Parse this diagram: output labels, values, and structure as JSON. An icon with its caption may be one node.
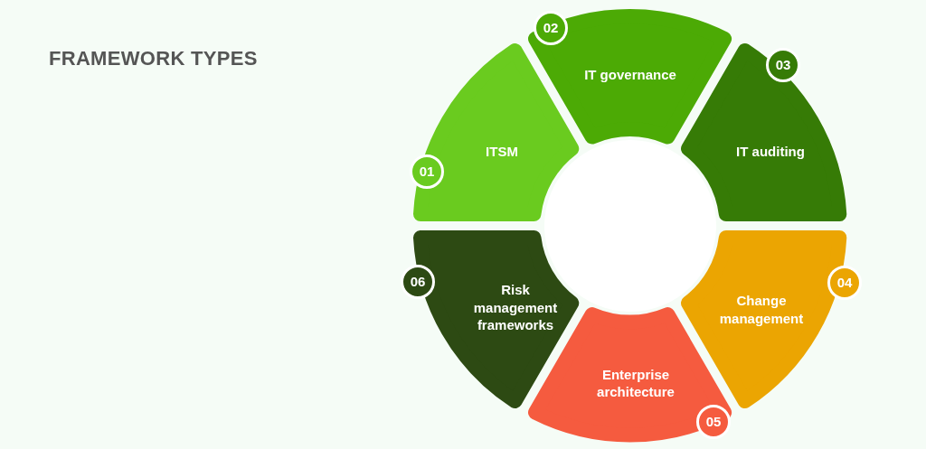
{
  "diagram": {
    "title": "FRAMEWORK TYPES",
    "nodes": [
      {
        "text": [
          "ITSM"
        ],
        "beside": [
          "01"
        ]
      },
      {
        "text": [
          "IT governance"
        ],
        "beside": [
          "02"
        ]
      },
      {
        "text": [
          "IT auditing"
        ],
        "beside": [
          "03"
        ]
      },
      {
        "text": [
          "Change management"
        ],
        "beside": [
          "04"
        ]
      },
      {
        "text": [
          "Enterprise architecture"
        ],
        "beside": [
          "05"
        ]
      },
      {
        "text": [
          "Risk management frameworks"
        ],
        "beside": [
          "06"
        ]
      },
      {
        "text": [],
        "shape": "circle"
      }
    ],
    "edges": []
  }
}
